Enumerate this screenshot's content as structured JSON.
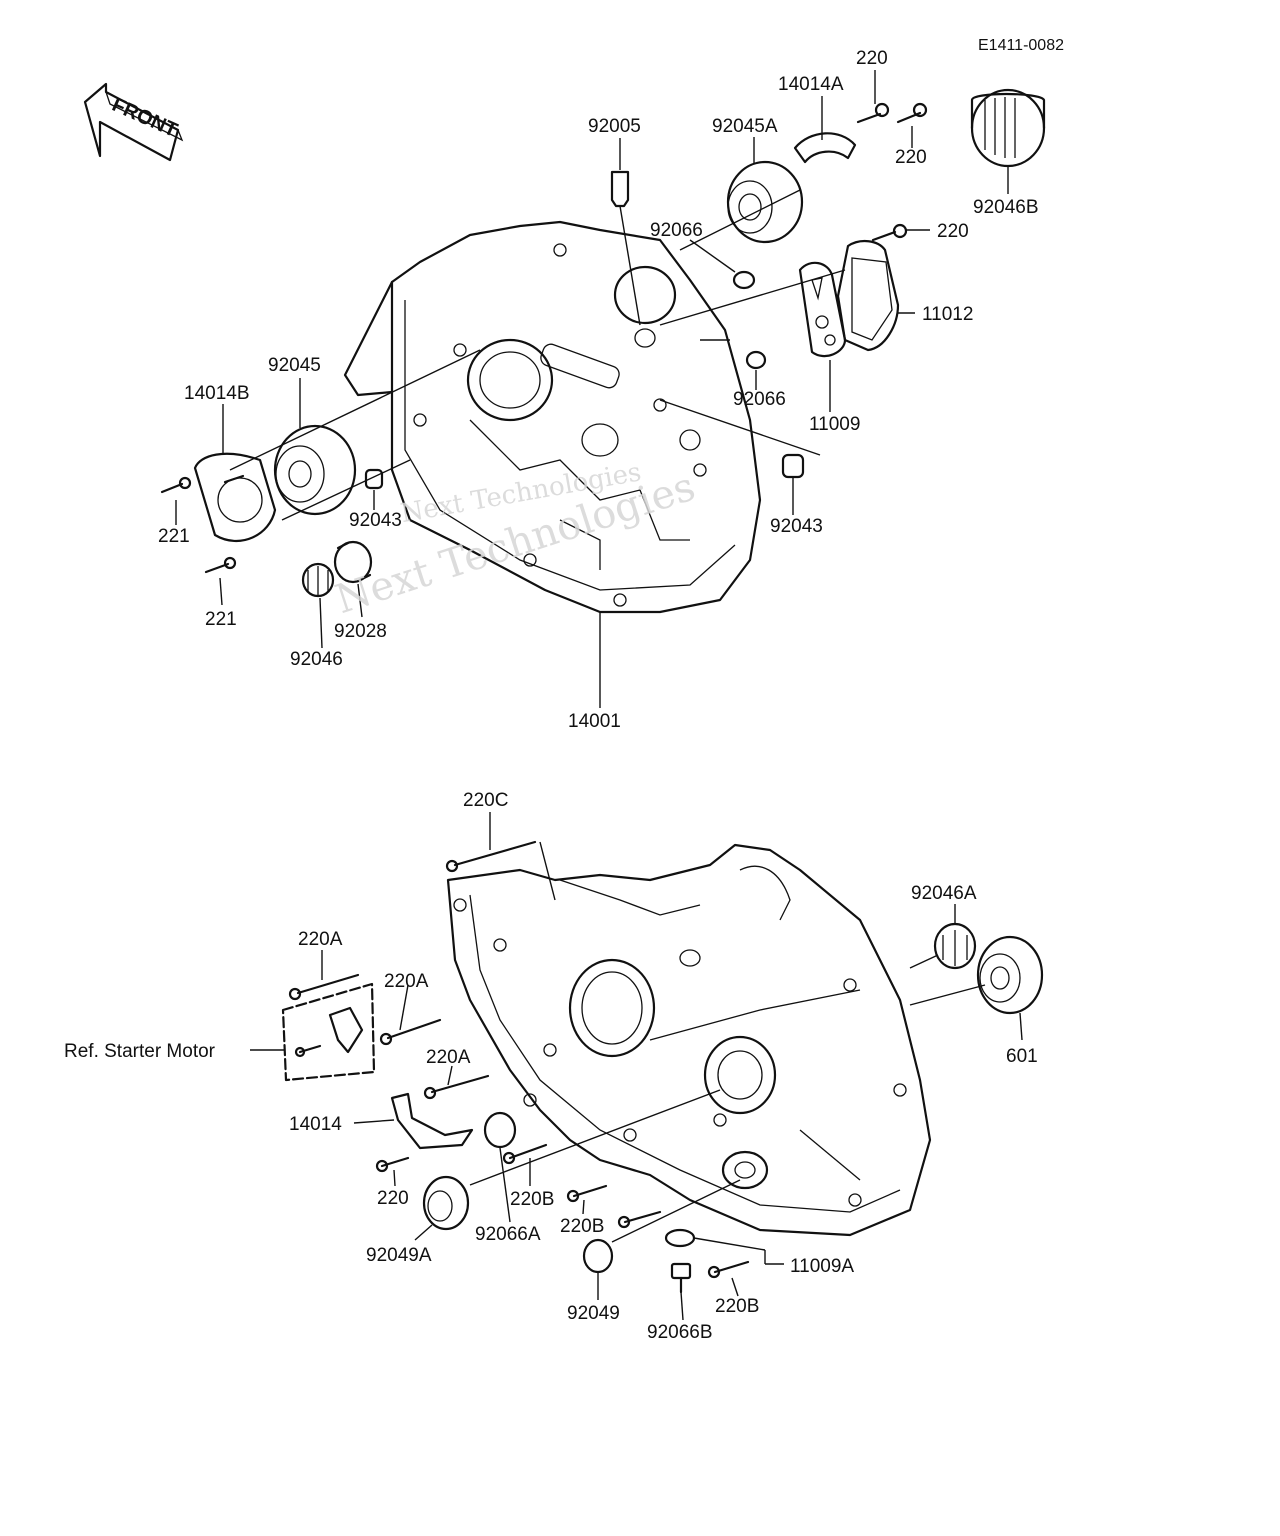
{
  "diagram_code": "E1411-0082",
  "front_marker": "FRONT",
  "ref_note": "Ref. Starter Motor",
  "watermark": "Next Technologies",
  "labels": {
    "p92005": "92005",
    "p92045A": "92045A",
    "p14014A": "14014A",
    "p220_top1": "220",
    "p220_top2": "220",
    "p92046B": "92046B",
    "p220_right": "220",
    "p92066_top": "92066",
    "p11012": "11012",
    "p92066_mid": "92066",
    "p11009": "11009",
    "p92045": "92045",
    "p14014B": "14014B",
    "p221_a": "221",
    "p221_b": "221",
    "p92043_left": "92043",
    "p92043_right": "92043",
    "p92028": "92028",
    "p92046": "92046",
    "p14001": "14001",
    "p220C": "220C",
    "p220A_1": "220A",
    "p220A_2": "220A",
    "p220A_3": "220A",
    "p92046A": "92046A",
    "p601": "601",
    "p14014": "14014",
    "p220_low": "220",
    "p220B_1": "220B",
    "p220B_2": "220B",
    "p220B_3": "220B",
    "p92049A": "92049A",
    "p92066A": "92066A",
    "p92049": "92049",
    "p92066B": "92066B",
    "p11009A": "11009A"
  }
}
